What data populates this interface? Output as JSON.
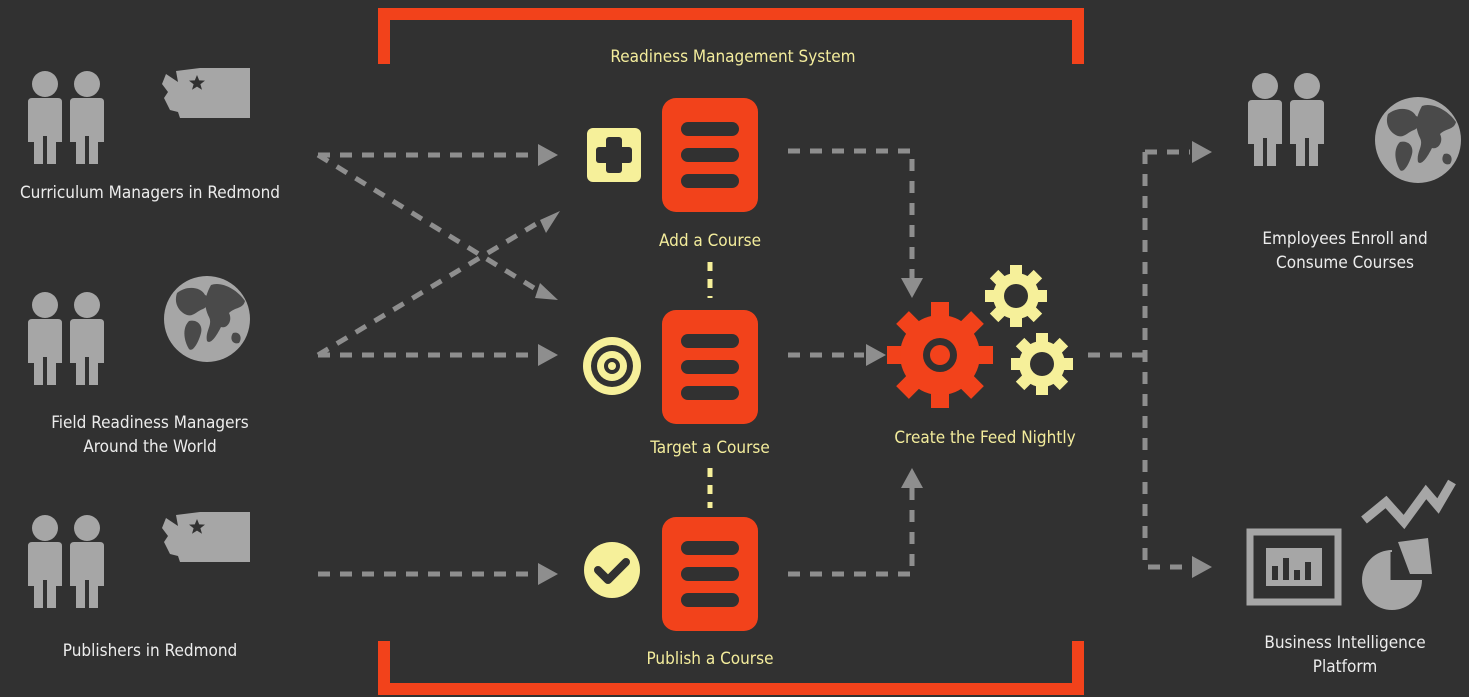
{
  "colors": {
    "background": "#313131",
    "accent_red": "#f2421b",
    "accent_yellow": "#f6f09a",
    "icon_grey": "#a6a6a6",
    "arrow_grey": "#8e8e8e",
    "text_light": "#ececec",
    "text_yellow": "#f3ec9c"
  },
  "system": {
    "title": "Readiness Management System"
  },
  "actors": [
    {
      "label": "Curriculum Managers in Redmond",
      "people_icon": "two-people-icon",
      "region_icon": "washington-state-icon"
    },
    {
      "label_line1": "Field Readiness Managers",
      "label_line2": "Around the World",
      "people_icon": "two-people-icon",
      "region_icon": "globe-icon"
    },
    {
      "label": "Publishers in Redmond",
      "people_icon": "two-people-icon",
      "region_icon": "washington-state-icon"
    }
  ],
  "steps": [
    {
      "label": "Add a Course",
      "icon": "plus-icon"
    },
    {
      "label": "Target a Course",
      "icon": "target-icon"
    },
    {
      "label": "Publish a Course",
      "icon": "checkmark-icon"
    }
  ],
  "process": {
    "label": "Create the Feed Nightly",
    "icon": "gears-icon"
  },
  "outputs": [
    {
      "label_line1": "Employees Enroll and",
      "label_line2": "Consume Courses",
      "icon": "globe-icon"
    },
    {
      "label_line1": "Business Intelligence",
      "label_line2": "Platform",
      "icon": "analytics-icon"
    }
  ]
}
